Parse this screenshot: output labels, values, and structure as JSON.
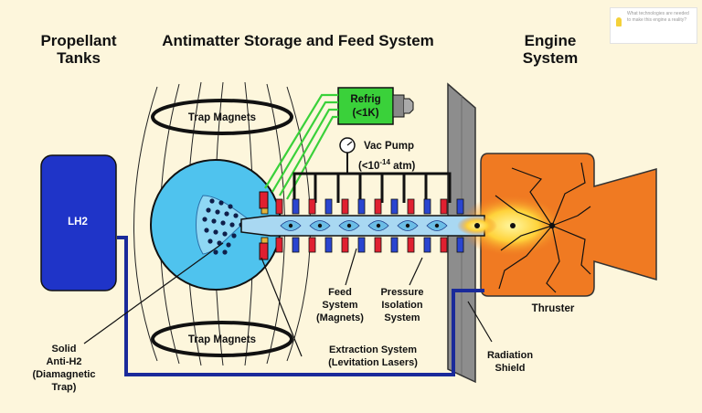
{
  "headers": {
    "propellant_line1": "Propellant",
    "propellant_line2": "Tanks",
    "antimatter": "Antimatter Storage and Feed System",
    "engine_line1": "Engine",
    "engine_line2": "System"
  },
  "labels": {
    "trap_magnets_top": "Trap Magnets",
    "trap_magnets_bottom": "Trap Magnets",
    "refrig_line1": "Refrig",
    "refrig_line2": "(<1K)",
    "vac_pump": "Vac Pump",
    "vac_pressure_pre": "(<10",
    "vac_pressure_exp": "-14",
    "vac_pressure_post": " atm)",
    "lh2": "LH2",
    "feed_line1": "Feed",
    "feed_line2": "System",
    "feed_line3": "(Magnets)",
    "pressure_line1": "Pressure",
    "pressure_line2": "Isolation",
    "pressure_line3": "System",
    "thruster": "Thruster",
    "solid_line1": "Solid",
    "solid_line2": "Anti-H2",
    "solid_line3": "(Diamagnetic",
    "solid_line4": "Trap)",
    "extraction_line1": "Extraction System",
    "extraction_line2": "(Levitation Lasers)",
    "radiation_line1": "Radiation",
    "radiation_line2": "Shield"
  },
  "note": {
    "text": "What technologies are needed to make this engine a reality?"
  },
  "icons": {
    "note": "lightbulb-icon",
    "vacuum": "vacuum-gauge-icon"
  },
  "colors": {
    "background": "#fdf6dc",
    "lh2_tank": "#1f34c8",
    "storage_sphere": "#4fc3ee",
    "refrig_box": "#3ad13a",
    "feed_tube": "#a9d8f2",
    "engine": "#f07a22",
    "shield": "#8d8d8d",
    "magnet_red": "#e02030",
    "magnet_blue": "#2a45d0"
  }
}
